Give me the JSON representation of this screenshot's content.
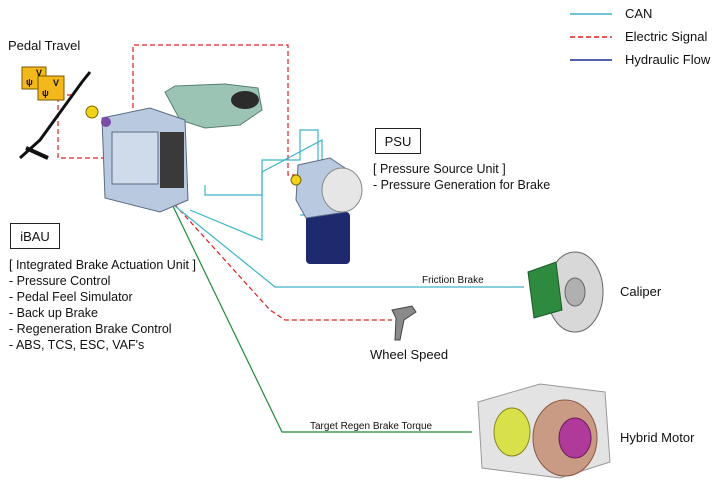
{
  "legend": [
    {
      "label": "CAN",
      "color": "#3cb4c8",
      "style": "solid"
    },
    {
      "label": "Electric Signal",
      "color": "#e02020",
      "style": "dashed"
    },
    {
      "label": "Hydraulic Flow",
      "color": "#1b2f8f",
      "style": "solid"
    }
  ],
  "pedal": {
    "label": "Pedal Travel",
    "sensor_glyphs": [
      "V",
      "ψ",
      "V",
      "ψ"
    ]
  },
  "psu": {
    "box_label": "PSU",
    "lines": [
      "[ Pressure Source Unit ]",
      "- Pressure Generation for Brake"
    ]
  },
  "ibau": {
    "box_label": "iBAU",
    "lines": [
      "[ Integrated Brake Actuation Unit ]",
      "- Pressure Control",
      "- Pedal Feel Simulator",
      "- Back up Brake",
      "- Regeneration Brake Control",
      "- ABS, TCS, ESC, VAF's"
    ]
  },
  "links": {
    "friction_brake": "Friction Brake",
    "target_regen": "Target Regen Brake Torque"
  },
  "components": {
    "caliper": "Caliper",
    "wheel_speed": "Wheel Speed",
    "hybrid_motor": "Hybrid Motor"
  },
  "colors": {
    "can": "#3cb4c8",
    "electric": "#e02020",
    "green_link": "#1f8a3a",
    "housing": "#b9c9e0",
    "reservoir": "#9cc4b4",
    "sensor": "#f2b81c"
  }
}
